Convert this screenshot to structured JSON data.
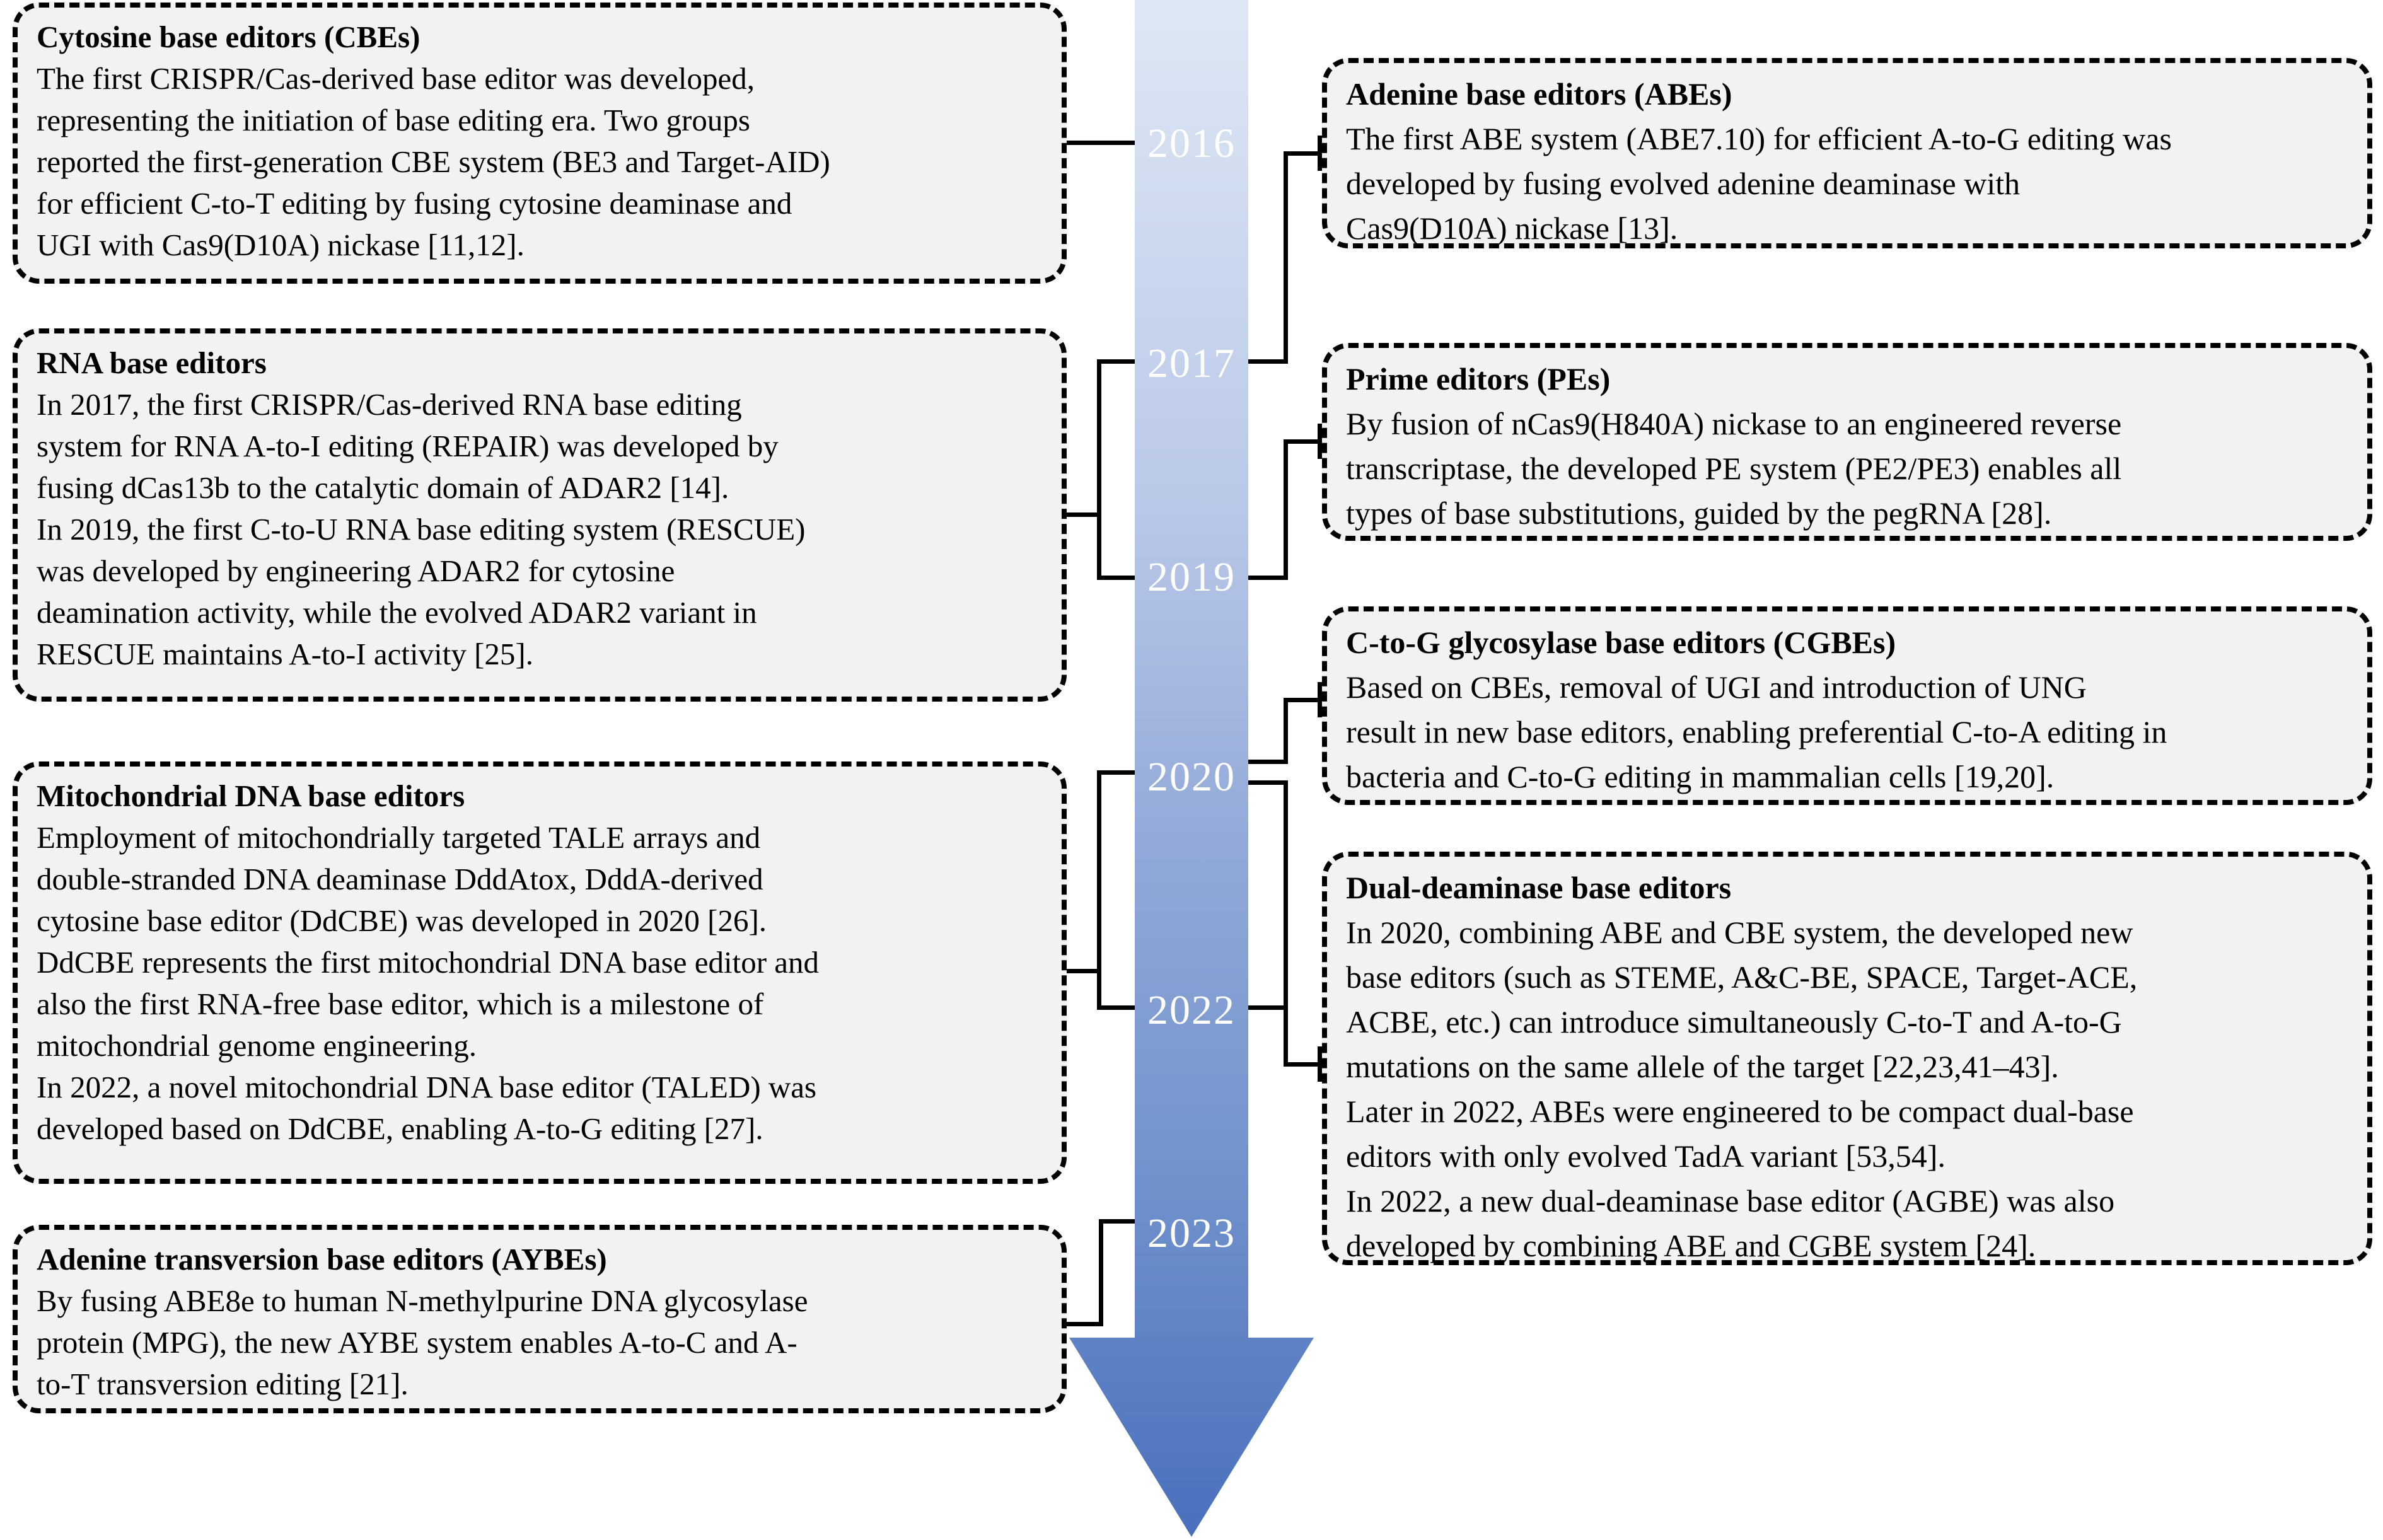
{
  "colors": {
    "background": "#ffffff",
    "box_fill": "#f2f2f2",
    "border": "#000000",
    "text": "#000000",
    "year_text": "#ffffff",
    "arrow_top": "#dee7f4",
    "arrow_upper": "#b9c8e8",
    "arrow_mid": "#92a9d8",
    "arrow_lower": "#7394cd",
    "arrow_bottom": "#4a70bd"
  },
  "timeline": {
    "years": [
      {
        "label": "2016"
      },
      {
        "label": "2017"
      },
      {
        "label": "2019"
      },
      {
        "label": "2020"
      },
      {
        "label": "2022"
      },
      {
        "label": "2023"
      }
    ],
    "left_boxes": [
      {
        "title": "Cytosine base editors (CBEs)",
        "body": "The first CRISPR/Cas-derived base editor was developed,\nrepresenting the initiation of base editing era. Two groups\nreported the first-generation CBE system (BE3 and Target-AID)\nfor efficient C-to-T editing by fusing cytosine deaminase and\nUGI with Cas9(D10A) nickase [11,12]."
      },
      {
        "title": "RNA base editors",
        "body": "In 2017, the first CRISPR/Cas-derived RNA base editing\nsystem for RNA A-to-I editing (REPAIR) was developed by\nfusing dCas13b to the catalytic domain of ADAR2 [14].\nIn 2019, the first C-to-U RNA base editing system (RESCUE)\nwas developed by engineering ADAR2 for cytosine\ndeamination activity, while the evolved ADAR2 variant in\nRESCUE maintains A-to-I activity [25]."
      },
      {
        "title": "Mitochondrial DNA base editors",
        "body": "Employment of mitochondrially targeted TALE arrays and\ndouble-stranded DNA deaminase DddAtox, DddA-derived\ncytosine base editor (DdCBE) was developed in 2020 [26].\nDdCBE represents the first mitochondrial DNA base editor and\nalso the first RNA-free base editor, which is a milestone of\nmitochondrial genome engineering.\nIn 2022, a novel mitochondrial DNA base editor (TALED) was\ndeveloped based on DdCBE, enabling A-to-G editing [27]."
      },
      {
        "title": "Adenine transversion base editors (AYBEs)",
        "body": "By fusing ABE8e to human N-methylpurine DNA glycosylase\nprotein (MPG), the new AYBE system enables A-to-C and A-\nto-T transversion editing [21]."
      }
    ],
    "right_boxes": [
      {
        "title": "Adenine base editors (ABEs)",
        "body": "The first ABE system (ABE7.10) for efficient A-to-G editing was\ndeveloped by fusing evolved adenine deaminase with\nCas9(D10A) nickase [13]."
      },
      {
        "title": "Prime editors (PEs)",
        "body": "By fusion of nCas9(H840A) nickase to an engineered reverse\ntranscriptase, the developed PE system (PE2/PE3) enables all\ntypes of base substitutions, guided by the pegRNA [28]."
      },
      {
        "title": "C-to-G glycosylase base editors (CGBEs)",
        "body": "Based on CBEs, removal of UGI and introduction of UNG\nresult in new base editors, enabling preferential C-to-A editing in\nbacteria and C-to-G editing in mammalian cells [19,20]."
      },
      {
        "title": "Dual-deaminase base editors",
        "body": "In 2020, combining ABE and CBE system, the developed new\nbase editors (such as STEME, A&C-BE, SPACE, Target-ACE,\nACBE, etc.) can introduce simultaneously C-to-T and A-to-G\nmutations on the same allele of the target [22,23,41–43].\nLater in 2022, ABEs were engineered to be compact dual-base\neditors with only evolved TadA variant [53,54].\nIn 2022, a new dual-deaminase base editor (AGBE) was also\ndeveloped by combining ABE and CGBE system [24]."
      }
    ]
  }
}
